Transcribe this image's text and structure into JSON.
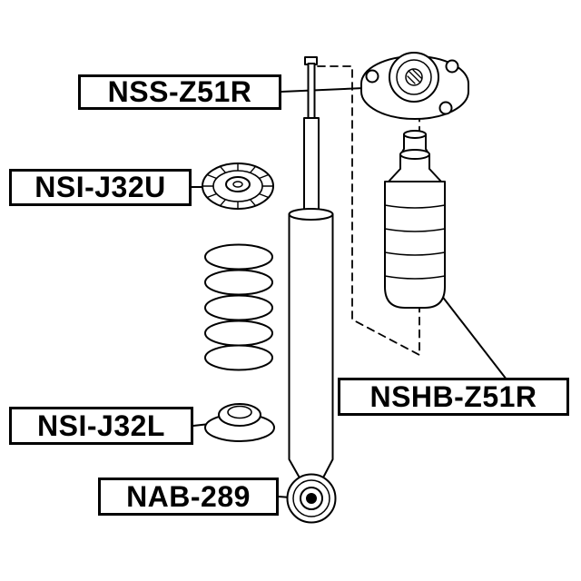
{
  "diagram": {
    "background_color": "#ffffff",
    "line_color": "#000000",
    "labels": {
      "nss_z51r": "NSS-Z51R",
      "nsi_j32u": "NSI-J32U",
      "nsi_j32l": "NSI-J32L",
      "nab_289": "NAB-289",
      "nshb_z51r": "NSHB-Z51R"
    }
  }
}
